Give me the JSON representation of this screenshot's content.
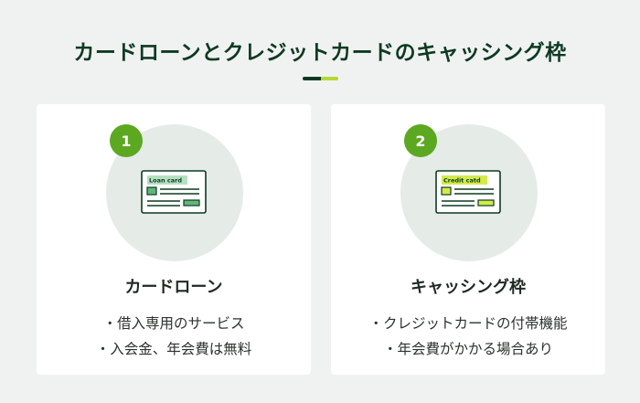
{
  "title": "カードローンとクレジットカードのキャッシング枠",
  "colors": {
    "dark_green": "#0e3a22",
    "accent_lime": "#b5d833",
    "badge_green": "#5ca821",
    "circle_bg": "#e5ebe7",
    "page_bg": "#f0f2f1"
  },
  "cards": [
    {
      "number": "1",
      "icon": "loan-card-icon",
      "icon_label": "Loan card",
      "heading": "カードローン",
      "bullets": [
        "・借入専用のサービス",
        "・入会金、年会費は無料"
      ]
    },
    {
      "number": "2",
      "icon": "credit-card-icon",
      "icon_label": "Credit catd",
      "heading": "キャッシング枠",
      "bullets": [
        "・クレジットカードの付帯機能",
        "・年会費がかかる場合あり"
      ]
    }
  ]
}
